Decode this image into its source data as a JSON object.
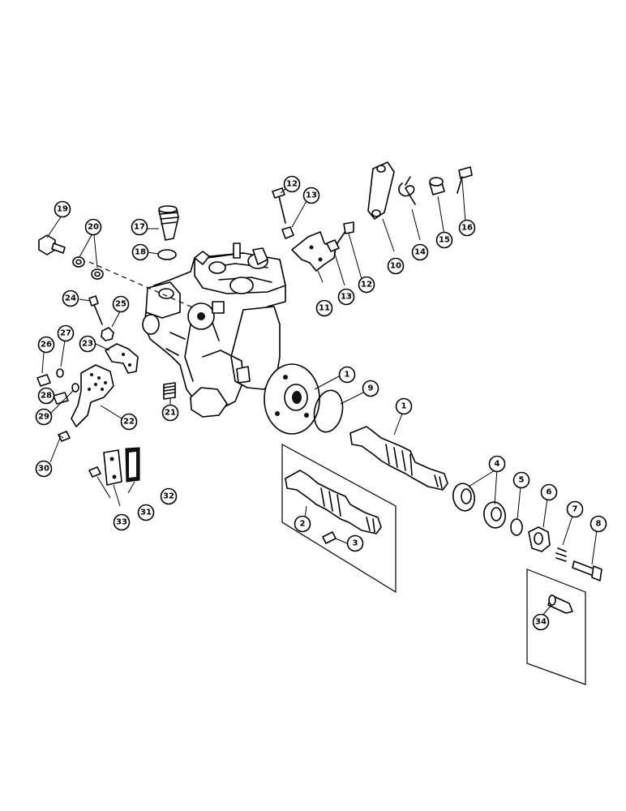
{
  "callouts": {
    "c1a": "1",
    "c1b": "1",
    "c2": "2",
    "c3": "3",
    "c4": "4",
    "c5": "5",
    "c6": "6",
    "c7": "7",
    "c8": "8",
    "c9": "9",
    "c10": "10",
    "c11": "11",
    "c12a": "12",
    "c12b": "12",
    "c13a": "13",
    "c13b": "13",
    "c14": "14",
    "c15": "15",
    "c16": "16",
    "c17": "17",
    "c18": "18",
    "c19": "19",
    "c20": "20",
    "c21": "21",
    "c22": "22",
    "c23": "23",
    "c24": "24",
    "c25": "25",
    "c26": "26",
    "c27": "27",
    "c28": "28",
    "c29": "29",
    "c30": "30",
    "c31": "31",
    "c32": "32",
    "c33": "33",
    "c34": "34"
  }
}
